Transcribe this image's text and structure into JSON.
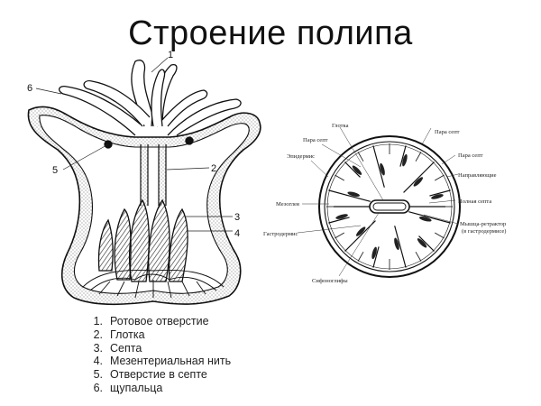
{
  "title": "Строение полипа",
  "polyp_numbers": [
    "1",
    "2",
    "3",
    "4",
    "5",
    "6"
  ],
  "cross_section_labels": {
    "glotka": "Глотка",
    "para_sept_tl": "Пара септ",
    "para_sept_tr": "Пара септ",
    "epidermis": "Эпидермис",
    "para_sept_r": "Пара септ",
    "napravlyayushchie": "Направляющие",
    "mezogleya": "Мезоглея",
    "polnaya_septa": "Полная септа",
    "gastrodermis": "Гастродермис",
    "muscle_line1": "Мышца-ретрактор",
    "muscle_line2": "(в гастродермисе)",
    "sifonoglify": "Сифоноглифы"
  },
  "legend": [
    {
      "num": "1.",
      "text": "Ротовое отверстие"
    },
    {
      "num": "2.",
      "text": "Глотка"
    },
    {
      "num": "3.",
      "text": "Септа"
    },
    {
      "num": "4.",
      "text": "Мезентериальная нить"
    },
    {
      "num": "5.",
      "text": "Отверстие в септе"
    },
    {
      "num": "6.",
      "text": "щупальца"
    }
  ]
}
